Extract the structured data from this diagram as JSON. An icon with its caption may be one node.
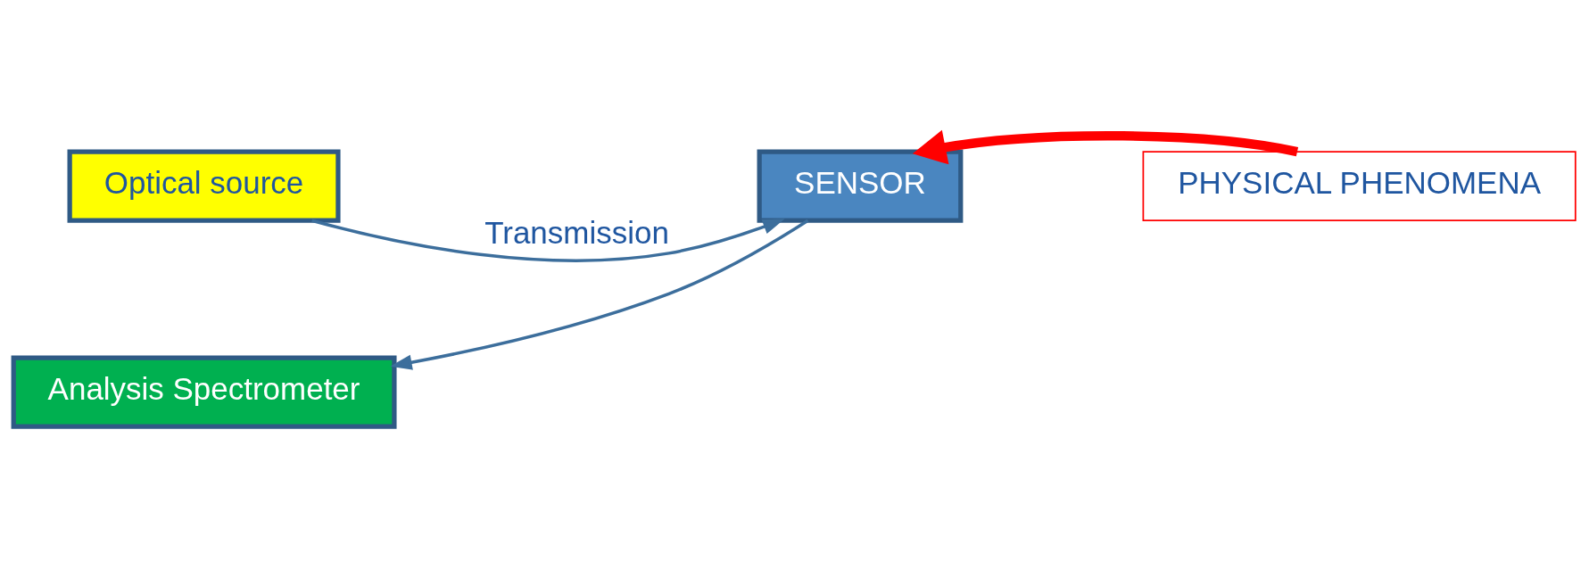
{
  "diagram": {
    "nodes": [
      {
        "text": [
          "Optical source"
        ]
      },
      {
        "text": [
          "Analysis Spectrometer"
        ]
      },
      {
        "text": [
          "SENSOR"
        ]
      },
      {
        "text": [
          "PHYSICAL PHENOMENA"
        ]
      }
    ],
    "edges": [
      {
        "from": 0,
        "to": 2,
        "arrow": "to",
        "label": "Transmission"
      },
      {
        "from": 2,
        "to": 1,
        "arrow": "to"
      },
      {
        "from": 3,
        "to": 2,
        "arrow": "to",
        "style": "thick",
        "color": "#ff0000"
      }
    ]
  }
}
